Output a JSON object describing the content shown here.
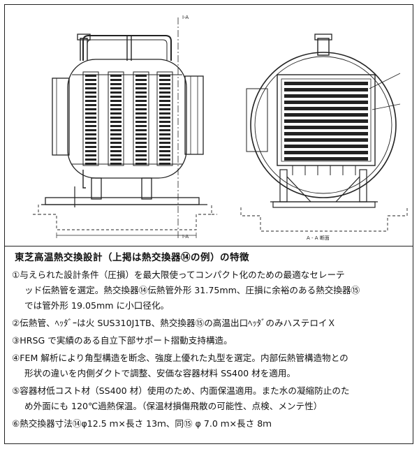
{
  "diagram": {
    "section_marks": [
      "I-A",
      "I-A"
    ],
    "section_view_caption": "A - A 断面"
  },
  "notes": {
    "title": "東芝高温熱交換設計（上掲は熱交換器⑭の例）の特徴",
    "items": [
      {
        "lines": [
          "①与えられた設計条件（圧損）を最大限使ってコンパクト化のための最適なセレーテ",
          "ッド伝熱管を選定。熱交換器⑭伝熱管外形 31.75mm、圧損に余裕のある熱交換器⑮",
          "では管外形 19.05mm に小口径化。"
        ]
      },
      {
        "lines": [
          "②伝熱管、ﾍｯﾀﾞｰは火 SUS310J1TB、熱交換器⑮の高温出口ﾍｯﾀﾞのみハステロイＸ"
        ]
      },
      {
        "lines": [
          "③HRSG で実績のある自立下部サポート摺動支持構造。"
        ]
      },
      {
        "lines": [
          "④FEM 解析により角型構造を断念、強度上優れた丸型を選定。内部伝熱管構造物との",
          "形状の違いを内側ダクトで調整、安価な容器材料 SS400 材を適用。"
        ]
      },
      {
        "lines": [
          "⑤容器材低コスト材（SS400 材）使用のため、内面保温適用。また水の凝縮防止のた",
          "め外面にも 120℃過熱保温。（保温材損傷飛散の可能性、点検、メンテ性）"
        ]
      },
      {
        "lines": [
          "⑥熱交換器寸法⑭φ12.5 ｍ×長さ 13ｍ、同⑮ φ 7.0 ｍ×長さ 8ｍ"
        ]
      }
    ]
  }
}
